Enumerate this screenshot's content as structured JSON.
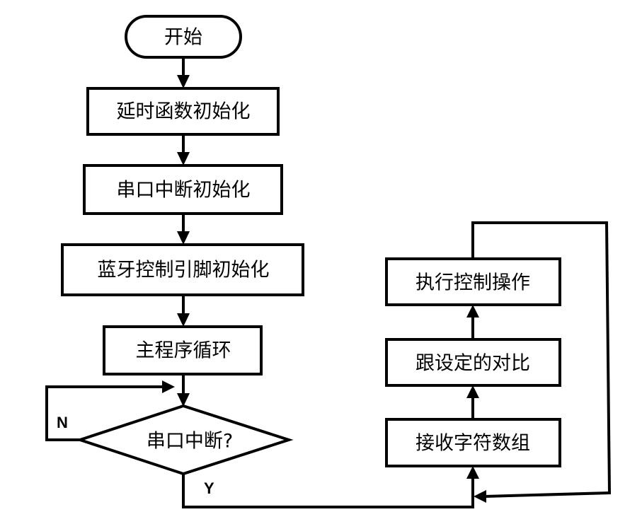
{
  "flowchart": {
    "start": "开始",
    "delay_init": "延时函数初始化",
    "uart_init": "串口中断初始化",
    "bt_pin_init": "蓝牙控制引脚初始化",
    "main_loop": "主程序循环",
    "decision": "串口中断?",
    "branch_no": "N",
    "branch_yes": "Y",
    "receive": "接收字符数组",
    "compare": "跟设定的对比",
    "execute": "执行控制操作"
  },
  "colors": {
    "stroke": "#000000",
    "fill": "#ffffff"
  }
}
